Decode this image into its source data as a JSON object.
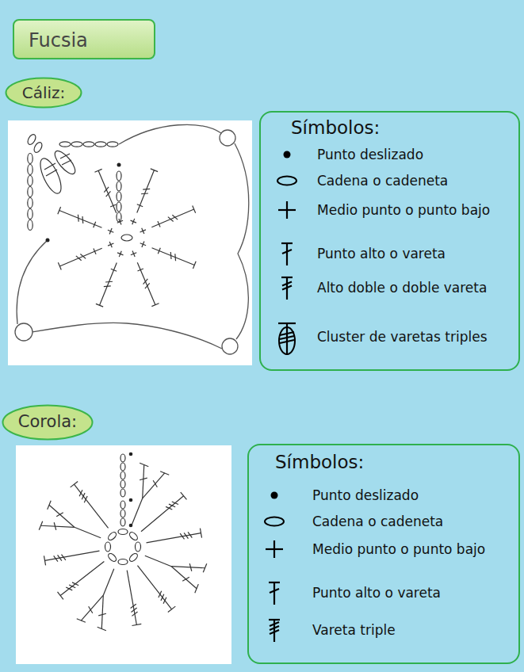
{
  "diagram": {
    "nodes": [
      {
        "text": [
          "Fucsia"
        ]
      },
      {
        "text": [
          "Cáliz:"
        ]
      },
      {
        "text": [
          "Símbolos:"
        ]
      },
      {
        "text": [
          "Corola:"
        ]
      },
      {
        "text": [
          "Símbolos:"
        ]
      }
    ],
    "legend": [
      {
        "text": "Punto deslizado"
      },
      {
        "text": "Cadena o cadeneta"
      },
      {
        "text": "Medio punto o punto bajo"
      },
      {
        "text": "Punto alto o vareta"
      },
      {
        "text": "Alto doble o doble vareta"
      },
      {
        "text": "Cluster de varetas triples"
      },
      {
        "text": "Punto deslizado"
      },
      {
        "text": "Cadena o cadeneta"
      },
      {
        "text": "Medio punto o punto bajo"
      },
      {
        "text": "Punto alto o vareta"
      },
      {
        "text": "Vareta triple"
      }
    ]
  }
}
